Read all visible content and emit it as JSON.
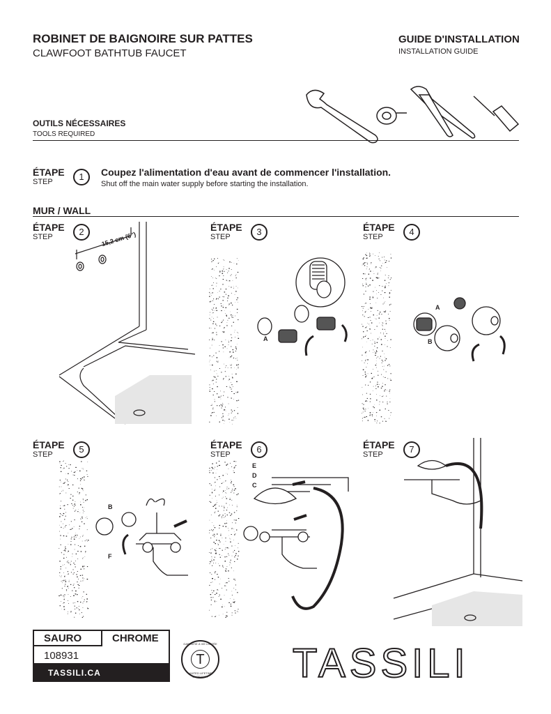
{
  "header": {
    "title_fr": "ROBINET DE BAIGNOIRE SUR PATTES",
    "title_en": "CLAWFOOT BATHTUB FAUCET",
    "guide_fr": "GUIDE D'INSTALLATION",
    "guide_en": "INSTALLATION GUIDE"
  },
  "tools": {
    "label_fr": "OUTILS NÉCESSAIRES",
    "label_en": "TOOLS REQUIRED",
    "icons": [
      "adjustable-wrench-icon",
      "teflon-tape-icon",
      "pliers-icon",
      "screwdriver-icon"
    ]
  },
  "step_label_fr": "ÉTAPE",
  "step_label_en": "STEP",
  "step1": {
    "number": "1",
    "text_fr": "Coupez l'alimentation d'eau avant de commencer l'installation.",
    "text_en": "Shut off the main water supply before starting the installation."
  },
  "wall_section": "MUR / WALL",
  "steps": [
    {
      "number": "2",
      "measure": "15,2 cm (6\")"
    },
    {
      "number": "3",
      "labels": [
        "A"
      ]
    },
    {
      "number": "4",
      "labels": [
        "A",
        "B"
      ]
    },
    {
      "number": "5",
      "labels": [
        "B",
        "F"
      ]
    },
    {
      "number": "6",
      "labels": [
        "E",
        "D",
        "C"
      ]
    },
    {
      "number": "7"
    }
  ],
  "product": {
    "model": "SAURO",
    "finish": "CHROME",
    "sku": "108931",
    "website": "TASSILI.CA"
  },
  "warranty": {
    "text_fr": "GARANTIE À VIE LIMITÉE",
    "text_en": "LIMITED LIFETIME WARRANTY",
    "letter": "T"
  },
  "brand": "TASSILI"
}
